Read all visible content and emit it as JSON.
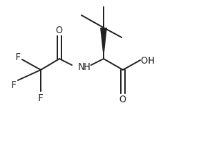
{
  "molecule": {
    "atoms": {
      "F1": "F",
      "F2": "F",
      "F3": "F",
      "O_amide": "O",
      "N_amide": "N",
      "H_amide": "H",
      "O_hydroxyl": "OH",
      "O_carbonyl": "O"
    }
  }
}
